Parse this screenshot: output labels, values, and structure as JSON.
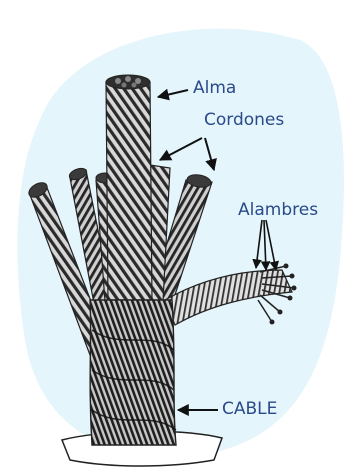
{
  "labels": {
    "alma": "Alma",
    "cordones": "Cordones",
    "alambres": "Alambres",
    "cable": "CABLE"
  },
  "colors": {
    "background_blob": "#e4f5fb",
    "rope_dark": "#2a2a2a",
    "rope_light": "#d8d8d8",
    "label_text": "#2a4a8a",
    "arrow": "#111111",
    "base_plate": "#ffffff"
  }
}
